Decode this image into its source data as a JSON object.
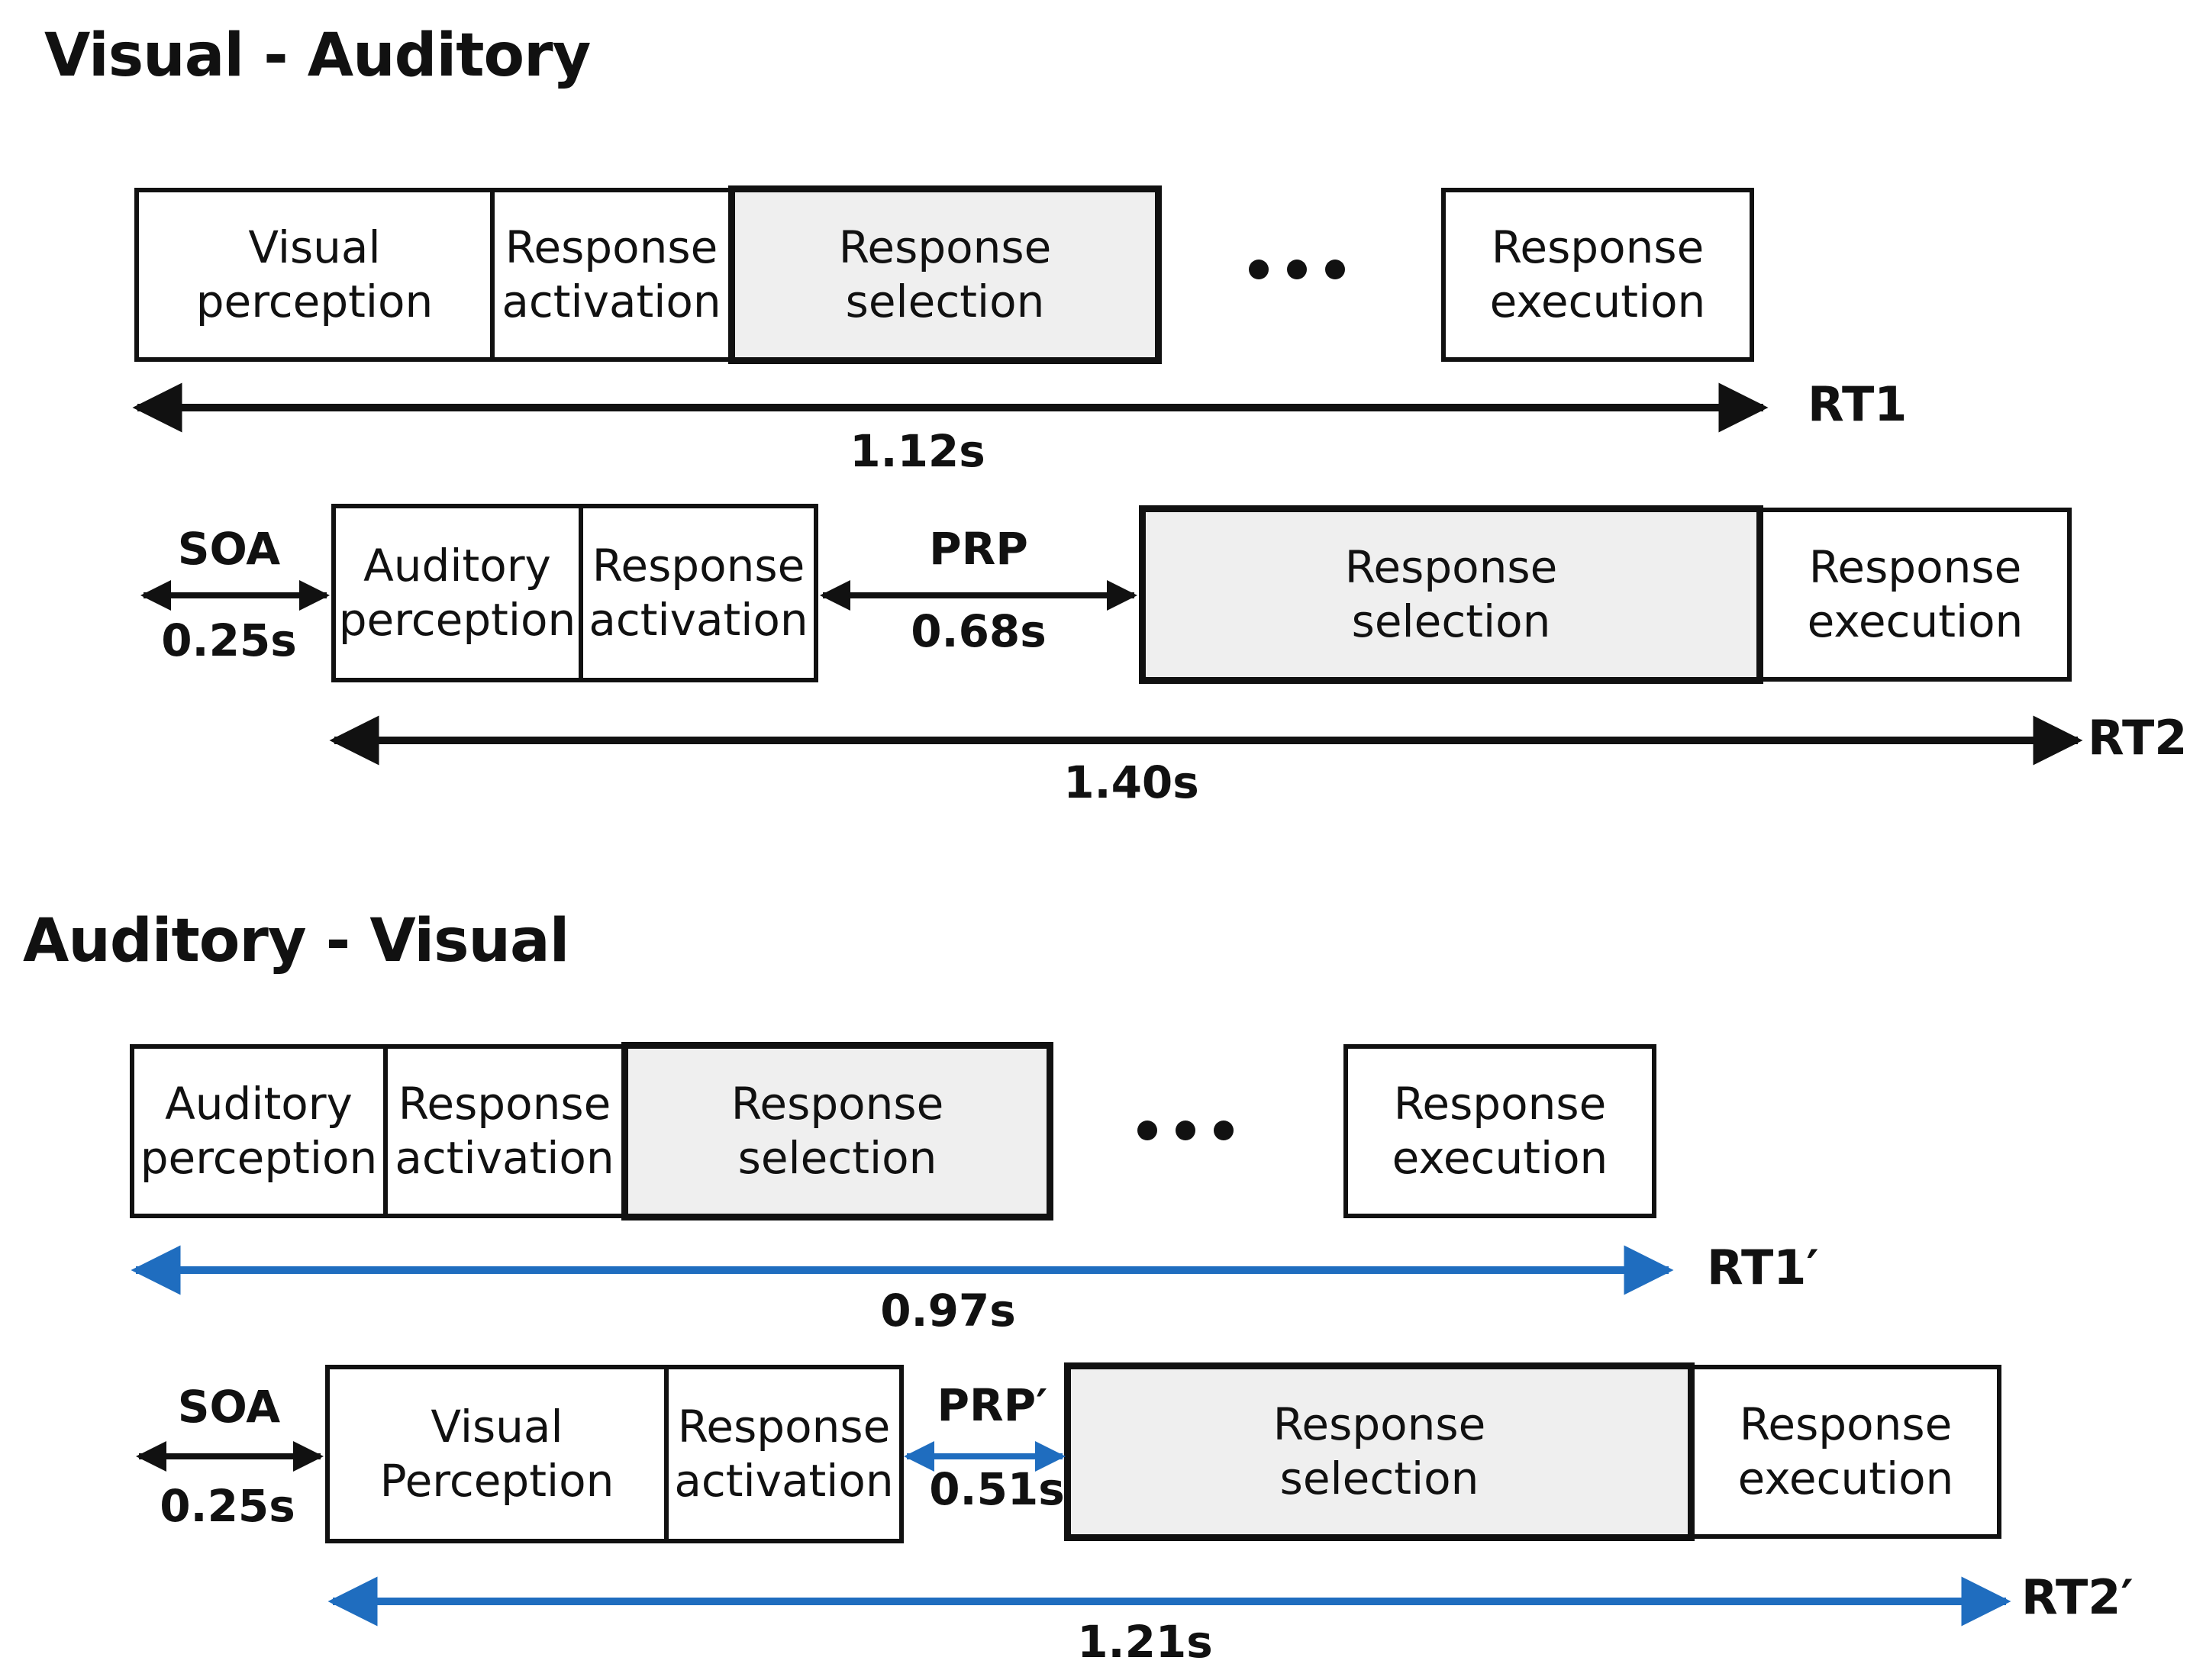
{
  "colors": {
    "black": "#111111",
    "blue": "#1f6dbf",
    "selection_fill": "#efefef"
  },
  "panel1": {
    "title": "Visual - Auditory",
    "row1": {
      "boxes": [
        "Visual\nperception",
        "Response\nactivation",
        "Response\nselection",
        "Response\nexecution"
      ],
      "ellipsis": "•••",
      "arrow_label": "1.12s",
      "rt_label": "RT1"
    },
    "row2": {
      "soa_label": "SOA",
      "soa_value": "0.25s",
      "boxes": [
        "Auditory\nperception",
        "Response\nactivation",
        "Response\nselection",
        "Response\nexecution"
      ],
      "prp_label": "PRP",
      "prp_value": "0.68s",
      "arrow_label": "1.40s",
      "rt_label": "RT2"
    }
  },
  "panel2": {
    "title": "Auditory - Visual",
    "row1": {
      "boxes": [
        "Auditory\nperception",
        "Response\nactivation",
        "Response\nselection",
        "Response\nexecution"
      ],
      "ellipsis": "•••",
      "arrow_label": "0.97s",
      "rt_label": "RT1′"
    },
    "row2": {
      "soa_label": "SOA",
      "soa_value": "0.25s",
      "boxes": [
        "Visual\nPerception",
        "Response\nactivation",
        "Response\nselection",
        "Response\nexecution"
      ],
      "prp_label": "PRP′",
      "prp_value": "0.51s",
      "arrow_label": "1.21s",
      "rt_label": "RT2′"
    }
  }
}
